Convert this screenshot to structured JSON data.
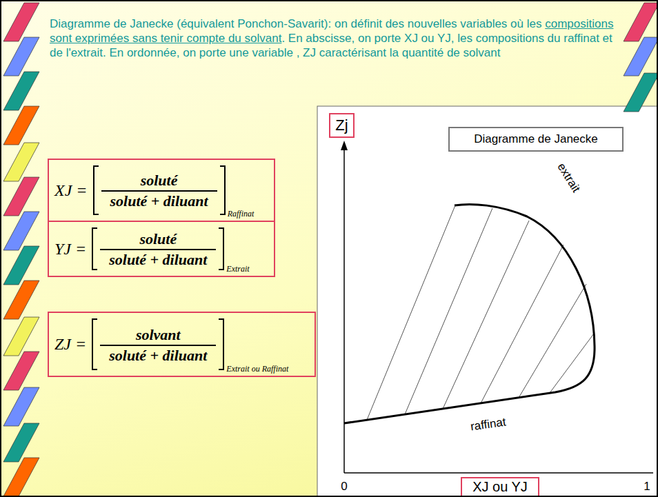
{
  "diagram": {
    "nodes": [
      {
        "text": [
          "XJ =",
          "soluté",
          "soluté + diluant",
          "Raffinat"
        ]
      },
      {
        "text": [
          "YJ =",
          "soluté",
          "soluté + diluant",
          "Extrait"
        ]
      },
      {
        "text": [
          "ZJ =",
          "solvant",
          "soluté + diluant",
          "Extrait ou Raffinat"
        ]
      },
      {
        "text": [
          "Diagramme de Janecke"
        ]
      },
      {
        "text": [
          "Zj"
        ]
      },
      {
        "text": [
          "XJ ou YJ"
        ]
      }
    ],
    "labels": [
      "Diagramme de Janecke (équivalent Ponchon-Savarit): on définit des nouvelles variables où les",
      "compositions sont exprimées sans tenir compte du solvant",
      ". En abscisse, on porte XJ ou YJ, les compositions du raffinat et de l'extrait. En ordonnée, on porte une variable , ZJ caractérisant la quantité de solvant",
      "extrait",
      "raffinat",
      "0",
      "1"
    ]
  }
}
